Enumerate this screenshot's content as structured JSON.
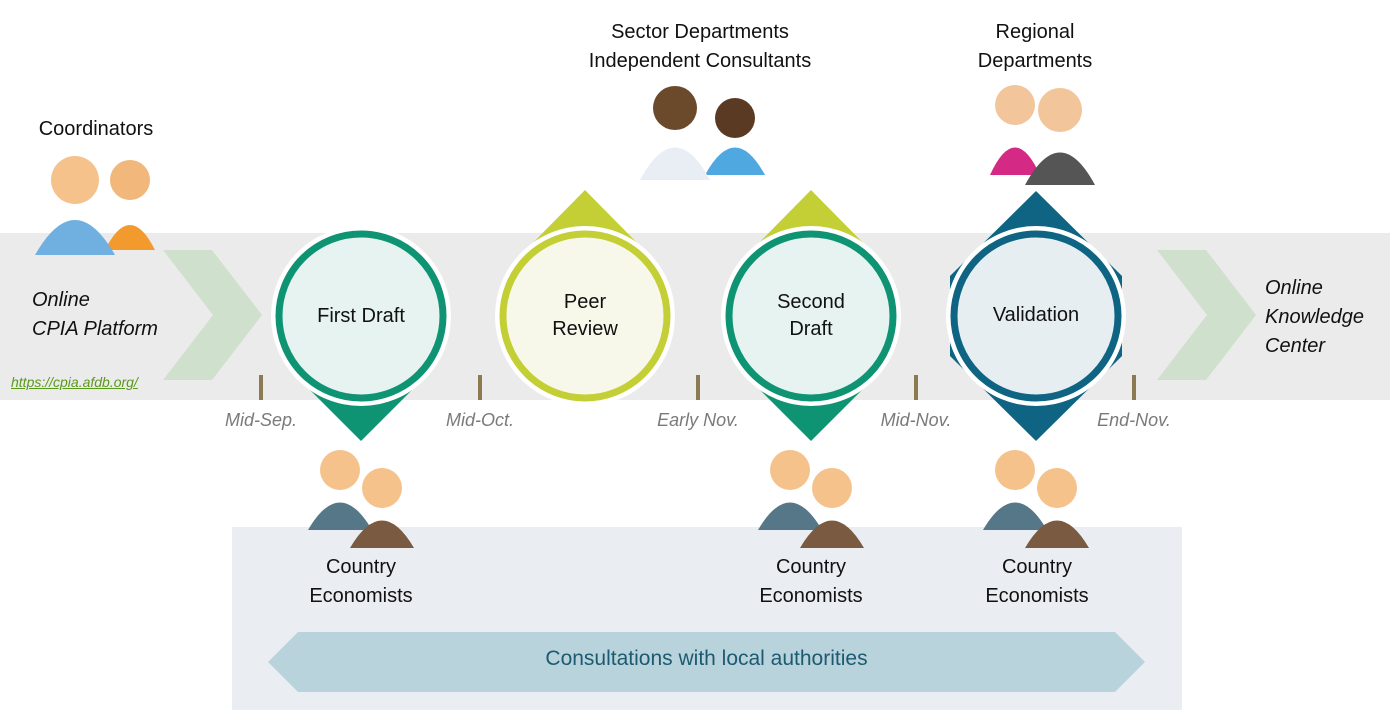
{
  "actors": {
    "coordinators": "Coordinators",
    "sector": [
      "Sector Departments",
      "Independent Consultants"
    ],
    "regional": [
      "Regional",
      "Departments"
    ],
    "country_economists": [
      "Country",
      "Economists"
    ]
  },
  "start": {
    "lines": [
      "Online",
      "CPIA Platform"
    ],
    "link": "https://cpia.afdb.org/"
  },
  "end": {
    "lines": [
      "Online",
      "Knowledge",
      "Center"
    ]
  },
  "stages": [
    {
      "lines": [
        "First Draft"
      ],
      "color": "#0f9473"
    },
    {
      "lines": [
        "Peer",
        "Review"
      ],
      "color": "#c3cf35"
    },
    {
      "lines": [
        "Second",
        "Draft"
      ],
      "color": "#0f9473"
    },
    {
      "lines": [
        "Validation"
      ],
      "color": "#0e6482"
    }
  ],
  "dates": [
    "Mid-Sep.",
    "Mid-Oct.",
    "Early Nov.",
    "Mid-Nov.",
    "End-Nov."
  ],
  "consultations": "Consultations with local authorities",
  "colors": {
    "band": "#ebebeb",
    "chevron": "#cfe0cc",
    "tick": "#8b7a52",
    "panel": "#eaeef2",
    "arrow": "#b9d3dc",
    "arrow_text": "#1d5a70",
    "link": "#5a9a1a"
  }
}
